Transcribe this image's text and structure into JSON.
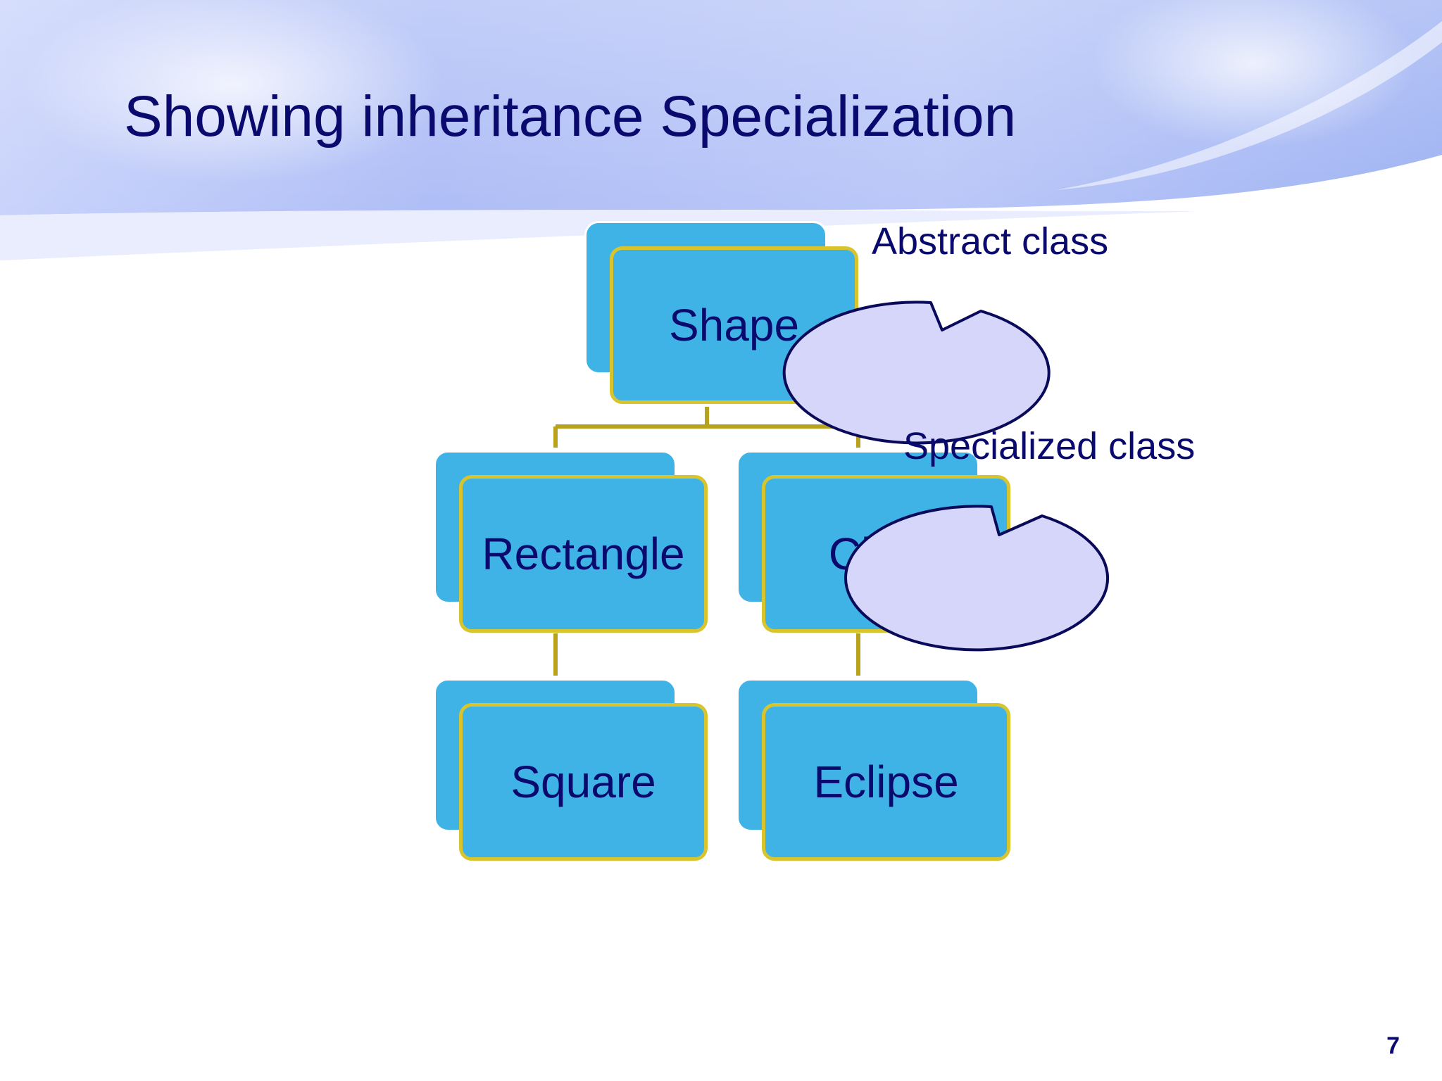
{
  "slide": {
    "title": "Showing inheritance Specialization",
    "page_number": "7"
  },
  "diagram": {
    "nodes": {
      "shape": "Shape",
      "rectangle": "Rectangle",
      "circle": "Circle",
      "square": "Square",
      "eclipse": "Eclipse"
    },
    "callouts": {
      "abstract": "Abstract class",
      "specialized": "Specialized class"
    }
  },
  "colors": {
    "title_text": "#0a0a6e",
    "node_fill": "#40b3e6",
    "node_border": "#d8c52e",
    "connector": "#b8a21c",
    "callout_fill": "#d6d6fa",
    "callout_border": "#0a0a5a"
  }
}
